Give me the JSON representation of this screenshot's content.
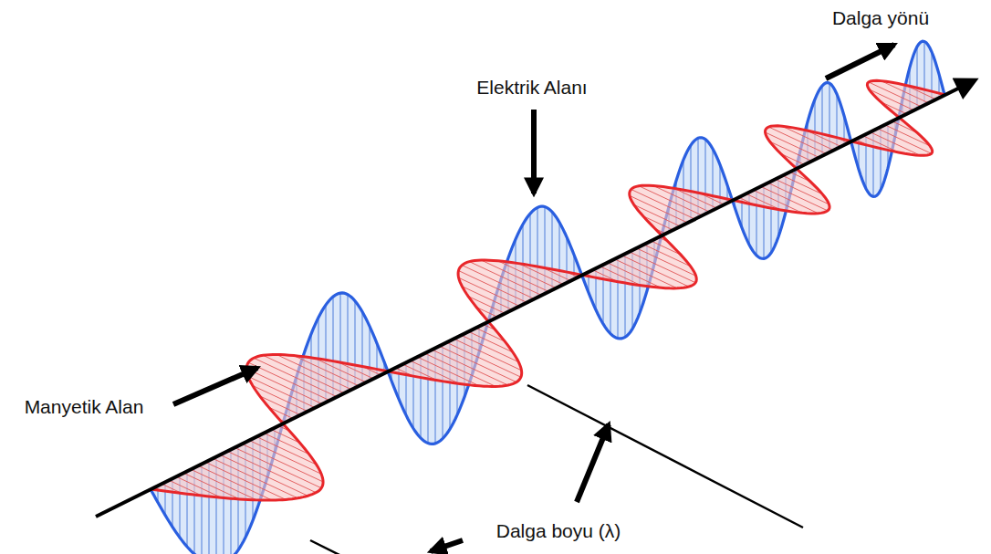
{
  "diagram": {
    "labels": [
      "Dalga yönü",
      "Elektrik Alanı",
      "Manyetik Alan",
      "Dalga boyu (λ)"
    ]
  }
}
